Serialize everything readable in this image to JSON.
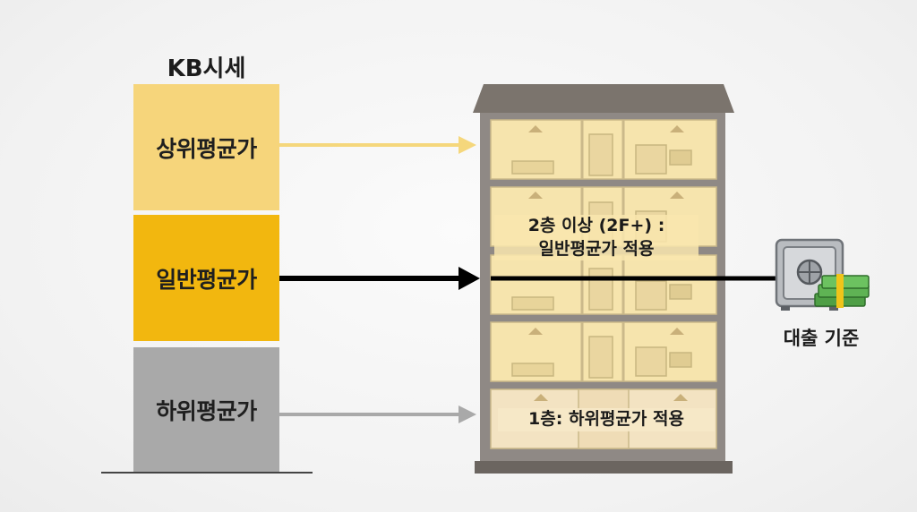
{
  "kb_price": {
    "title": "KB시세",
    "tiers": {
      "upper": "상위평균가",
      "general": "일반평균가",
      "lower": "하위평균가"
    }
  },
  "building": {
    "upper_floors_label_line1": "2층 이상 (2F+) :",
    "upper_floors_label_line2": "일반평균가 적용",
    "first_floor_label": "1층: 하위평균가 적용"
  },
  "loan": {
    "label": "대출 기준",
    "safe_icon": "safe-icon",
    "money_icon": "money-stack-icon"
  },
  "colors": {
    "upper": "#f6d57b",
    "general": "#f2b70f",
    "lower": "#a9a9a9",
    "arrow_upper": "#f5d77c",
    "arrow_general": "#000000",
    "arrow_lower": "#a9a9a9"
  }
}
